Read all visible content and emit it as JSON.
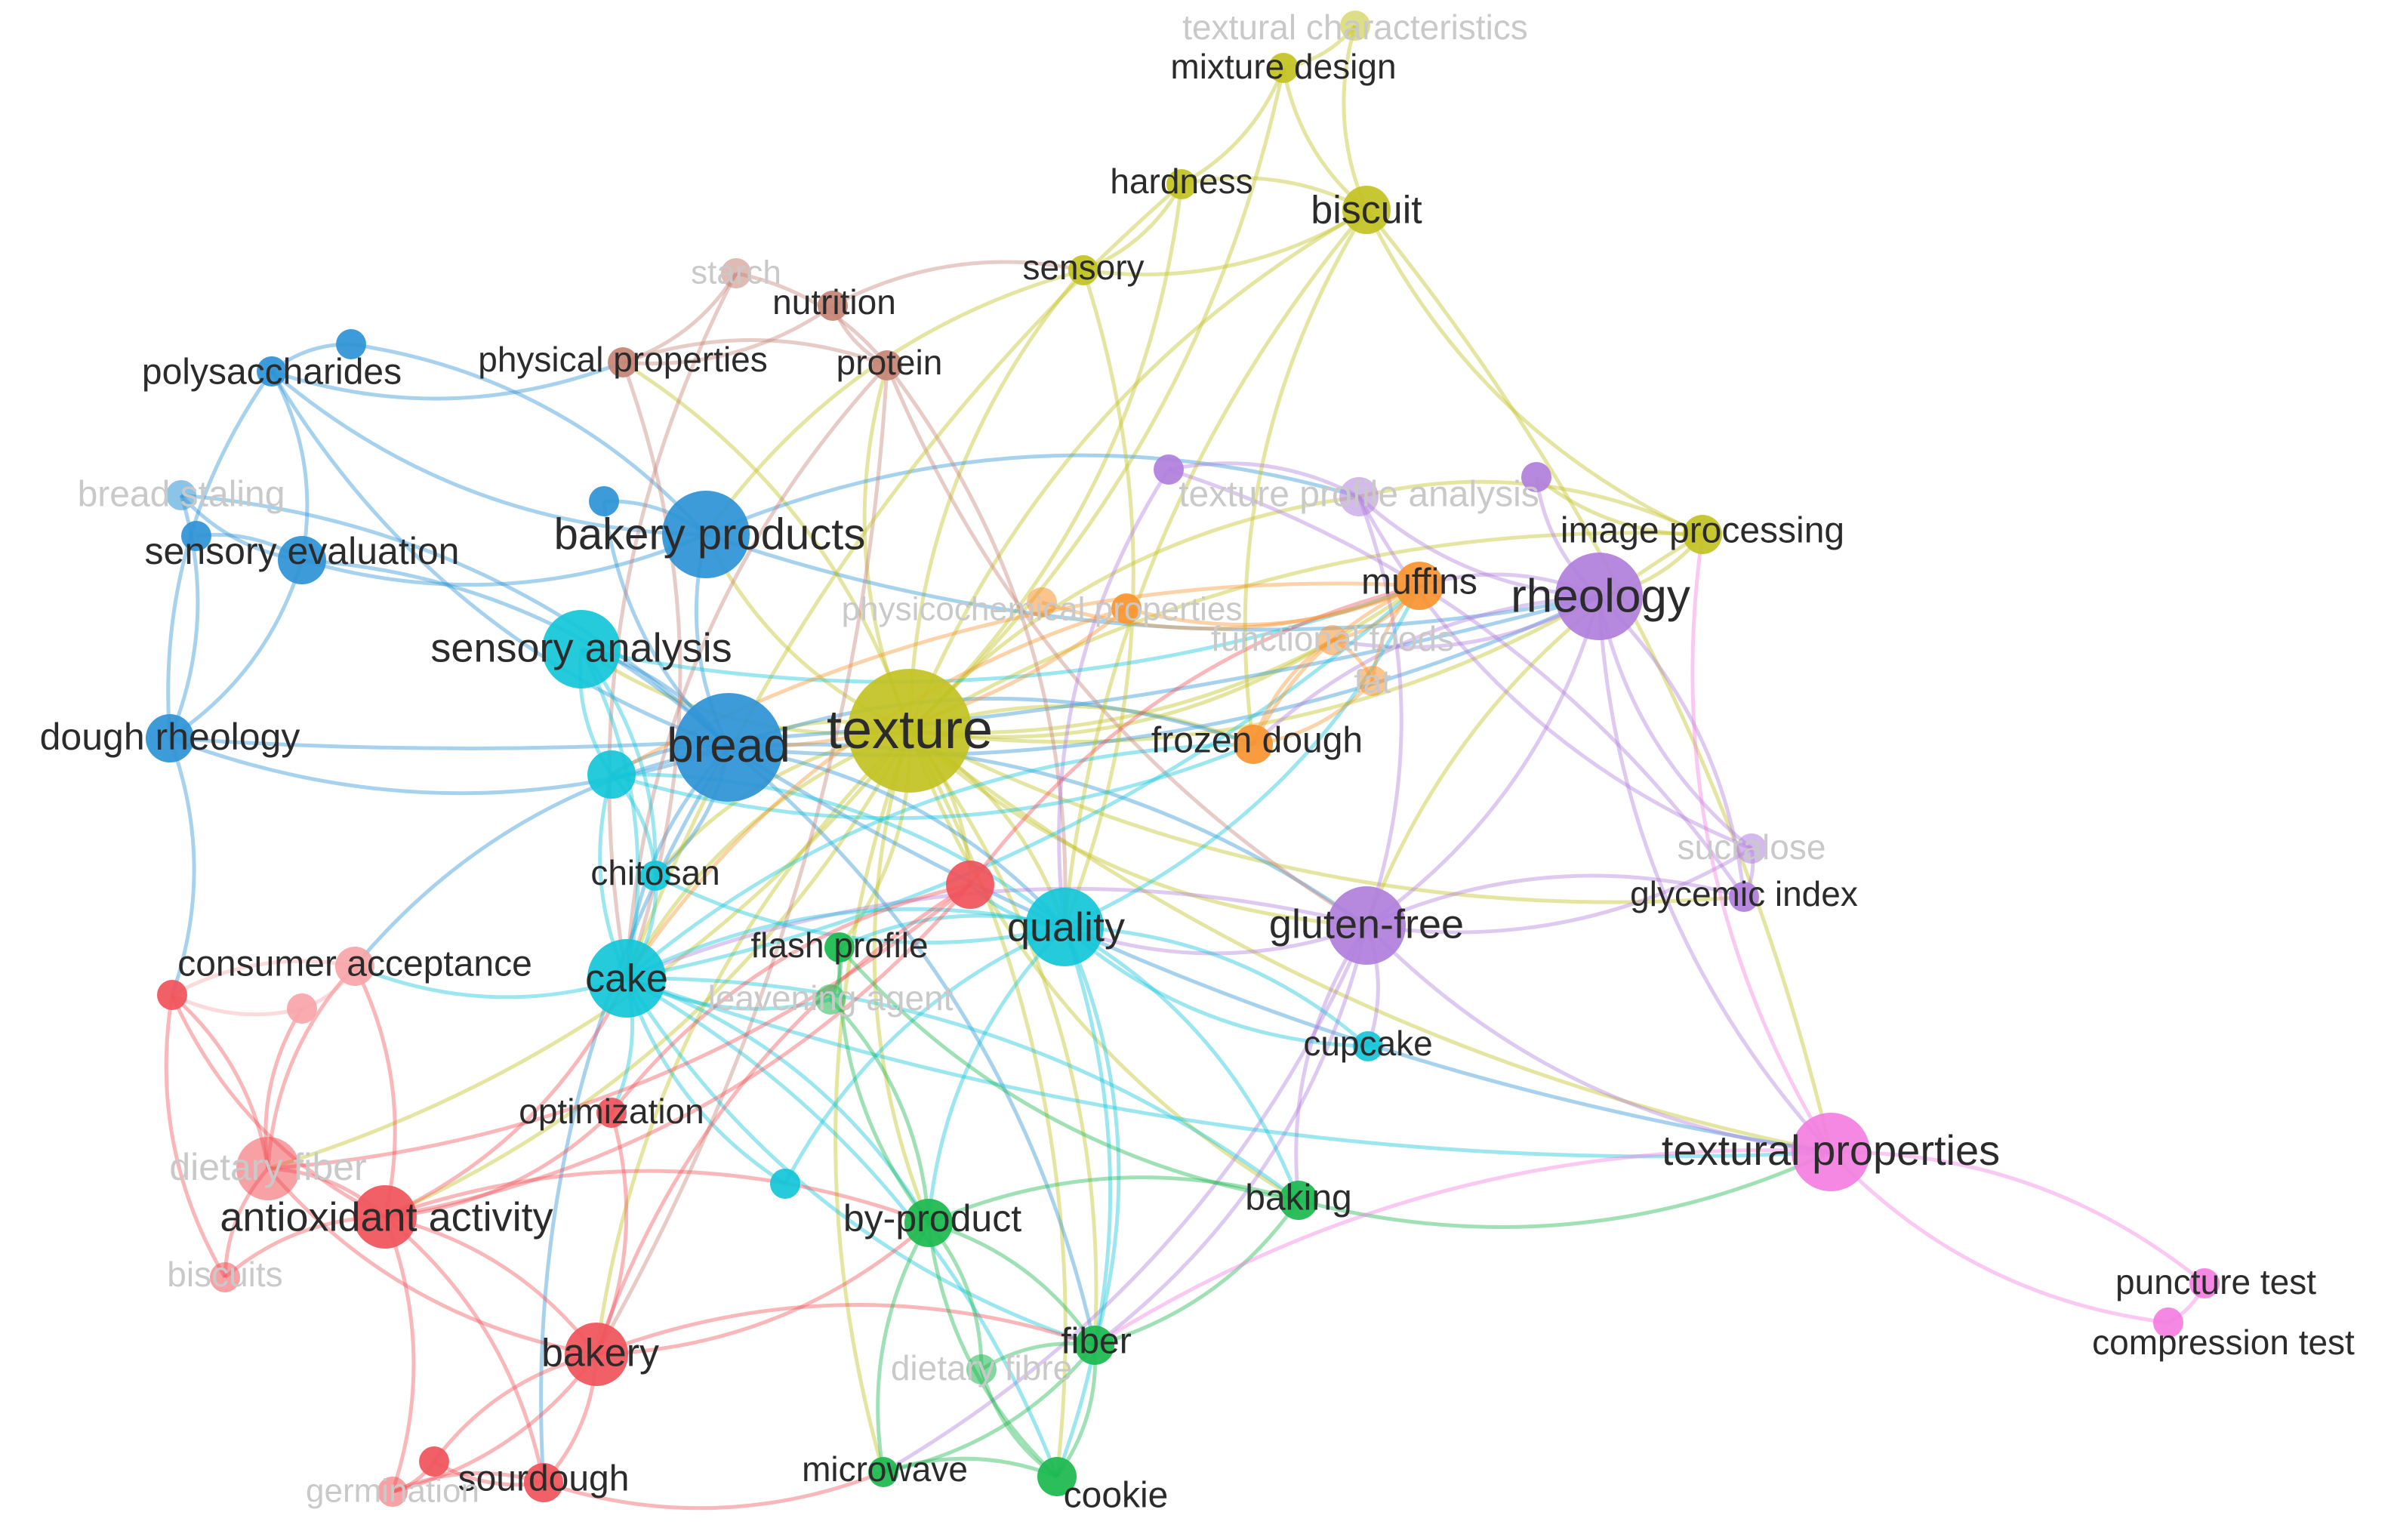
{
  "palette": {
    "red": "#f0535a",
    "pink": "#f7a5a8",
    "green": "#1bb84e",
    "blue": "#2e93d6",
    "yellow": "#c2c222",
    "purple": "#b07fdc",
    "cyan": "#12c6d8",
    "orange": "#f99430",
    "brown": "#c58476",
    "magenta": "#f37ee0",
    "label": "#2b2b2b",
    "faded_label": "#c9c9c9"
  },
  "nodes": [
    {
      "id": "texture",
      "label": "texture",
      "cluster": "yellow",
      "weight": 10
    },
    {
      "id": "bread",
      "label": "bread",
      "cluster": "blue",
      "weight": 9
    },
    {
      "id": "bakery_products",
      "label": "bakery products",
      "cluster": "blue",
      "weight": 7
    },
    {
      "id": "rheology",
      "label": "rheology",
      "cluster": "purple",
      "weight": 7
    },
    {
      "id": "quality",
      "label": "quality",
      "cluster": "cyan",
      "weight": 6
    },
    {
      "id": "cake",
      "label": "cake",
      "cluster": "cyan",
      "weight": 6
    },
    {
      "id": "sensory_analysis",
      "label": "sensory analysis",
      "cluster": "cyan",
      "weight": 6
    },
    {
      "id": "gluten_free",
      "label": "gluten-free",
      "cluster": "purple",
      "weight": 6
    },
    {
      "id": "textural_properties",
      "label": "textural properties",
      "cluster": "magenta",
      "weight": 6
    },
    {
      "id": "antioxidant_activity",
      "label": "antioxidant activity",
      "cluster": "red",
      "weight": 5
    },
    {
      "id": "bakery",
      "label": "bakery",
      "cluster": "red",
      "weight": 5
    },
    {
      "id": "dietary_fiber",
      "label": "dietary fiber",
      "cluster": "red",
      "weight": 5,
      "faded": true
    },
    {
      "id": "sensory_evaluation",
      "label": "sensory evaluation",
      "cluster": "blue",
      "weight": 4
    },
    {
      "id": "dough_rheology",
      "label": "dough rheology",
      "cluster": "blue",
      "weight": 4
    },
    {
      "id": "biscuit",
      "label": "biscuit",
      "cluster": "yellow",
      "weight": 4
    },
    {
      "id": "image_processing",
      "label": "image processing",
      "cluster": "yellow",
      "weight": 3
    },
    {
      "id": "muffins",
      "label": "muffins",
      "cluster": "orange",
      "weight": 4
    },
    {
      "id": "frozen_dough",
      "label": "frozen dough",
      "cluster": "orange",
      "weight": 3
    },
    {
      "id": "red_center",
      "label": "",
      "cluster": "red",
      "weight": 4
    },
    {
      "id": "cyan_bread",
      "label": "",
      "cluster": "cyan",
      "weight": 4
    },
    {
      "id": "by_product",
      "label": "by-product",
      "cluster": "green",
      "weight": 4
    },
    {
      "id": "fiber",
      "label": "fiber",
      "cluster": "green",
      "weight": 3
    },
    {
      "id": "cookie",
      "label": "cookie",
      "cluster": "green",
      "weight": 3
    },
    {
      "id": "baking",
      "label": "baking",
      "cluster": "green",
      "weight": 3
    },
    {
      "id": "sourdough",
      "label": "sourdough",
      "cluster": "red",
      "weight": 3
    },
    {
      "id": "polysaccharides",
      "label": "polysaccharides",
      "cluster": "blue",
      "weight": 2
    },
    {
      "id": "bread_staling",
      "label": "bread staling",
      "cluster": "blue",
      "weight": 2,
      "faded": true
    },
    {
      "id": "blue_small_a",
      "label": "",
      "cluster": "blue",
      "weight": 2
    },
    {
      "id": "blue_small_b",
      "label": "",
      "cluster": "blue",
      "weight": 2
    },
    {
      "id": "blue_small_c",
      "label": "",
      "cluster": "blue",
      "weight": 2
    },
    {
      "id": "physical_properties",
      "label": "physical properties",
      "cluster": "brown",
      "weight": 2
    },
    {
      "id": "protein",
      "label": "protein",
      "cluster": "brown",
      "weight": 2
    },
    {
      "id": "nutrition",
      "label": "nutrition",
      "cluster": "brown",
      "weight": 2
    },
    {
      "id": "starch",
      "label": "starch",
      "cluster": "brown",
      "weight": 2,
      "faded": true
    },
    {
      "id": "textural_characteristics",
      "label": "textural characteristics",
      "cluster": "yellow",
      "weight": 2,
      "faded": true
    },
    {
      "id": "mixture_design",
      "label": "mixture design",
      "cluster": "yellow",
      "weight": 2
    },
    {
      "id": "hardness",
      "label": "hardness",
      "cluster": "yellow",
      "weight": 2
    },
    {
      "id": "sensory",
      "label": "sensory",
      "cluster": "yellow",
      "weight": 2
    },
    {
      "id": "texture_profile_analysis",
      "label": "texture profile analysis",
      "cluster": "purple",
      "weight": 3,
      "faded": true
    },
    {
      "id": "purple_small_a",
      "label": "",
      "cluster": "purple",
      "weight": 2
    },
    {
      "id": "purple_small_b",
      "label": "",
      "cluster": "purple",
      "weight": 2
    },
    {
      "id": "functional_foods",
      "label": "functional foods",
      "cluster": "orange",
      "weight": 2,
      "faded": true
    },
    {
      "id": "fat",
      "label": "fat",
      "cluster": "orange",
      "weight": 2,
      "faded": true
    },
    {
      "id": "orange_small_a",
      "label": "",
      "cluster": "orange",
      "weight": 2
    },
    {
      "id": "physicochemical_properties",
      "label": "physicochemical properties",
      "cluster": "orange",
      "weight": 2,
      "faded": true
    },
    {
      "id": "sucralose",
      "label": "sucralose",
      "cluster": "purple",
      "weight": 2,
      "faded": true
    },
    {
      "id": "glycemic_index",
      "label": "glycemic index",
      "cluster": "purple",
      "weight": 2
    },
    {
      "id": "chitosan",
      "label": "chitosan",
      "cluster": "cyan",
      "weight": 2
    },
    {
      "id": "cupcake",
      "label": "cupcake",
      "cluster": "cyan",
      "weight": 2
    },
    {
      "id": "cyan_small",
      "label": "",
      "cluster": "cyan",
      "weight": 2
    },
    {
      "id": "flash_profile",
      "label": "flash profile",
      "cluster": "green",
      "weight": 2
    },
    {
      "id": "leavening_agent",
      "label": "leavening agent",
      "cluster": "green",
      "weight": 2,
      "faded": true
    },
    {
      "id": "dietary_fibre",
      "label": "dietary fibre",
      "cluster": "green",
      "weight": 2,
      "faded": true
    },
    {
      "id": "microwave",
      "label": "microwave",
      "cluster": "green",
      "weight": 2
    },
    {
      "id": "consumer_acceptance",
      "label": "consumer acceptance",
      "cluster": "pink",
      "weight": 3
    },
    {
      "id": "pink_small",
      "label": "",
      "cluster": "pink",
      "weight": 2
    },
    {
      "id": "red_small_left",
      "label": "",
      "cluster": "red",
      "weight": 2
    },
    {
      "id": "optimization",
      "label": "optimization",
      "cluster": "red",
      "weight": 2
    },
    {
      "id": "biscuits",
      "label": "biscuits",
      "cluster": "red",
      "weight": 2,
      "faded": true
    },
    {
      "id": "germination",
      "label": "germination",
      "cluster": "red",
      "weight": 2,
      "faded": true
    },
    {
      "id": "red_small_bottom",
      "label": "",
      "cluster": "red",
      "weight": 2
    },
    {
      "id": "puncture_test",
      "label": "puncture test",
      "cluster": "magenta",
      "weight": 2
    },
    {
      "id": "compression_test",
      "label": "compression test",
      "cluster": "magenta",
      "weight": 2
    }
  ],
  "links": [
    [
      "texture",
      "bread"
    ],
    [
      "texture",
      "bakery_products"
    ],
    [
      "texture",
      "rheology"
    ],
    [
      "texture",
      "quality"
    ],
    [
      "texture",
      "cake"
    ],
    [
      "texture",
      "sensory_analysis"
    ],
    [
      "texture",
      "gluten_free"
    ],
    [
      "texture",
      "biscuit"
    ],
    [
      "texture",
      "hardness"
    ],
    [
      "texture",
      "sensory"
    ],
    [
      "texture",
      "muffins"
    ],
    [
      "texture",
      "frozen_dough"
    ],
    [
      "texture",
      "by_product"
    ],
    [
      "texture",
      "fiber"
    ],
    [
      "texture",
      "baking"
    ],
    [
      "texture",
      "cookie"
    ],
    [
      "texture",
      "textural_properties"
    ],
    [
      "texture",
      "protein"
    ],
    [
      "texture",
      "physical_properties"
    ],
    [
      "texture",
      "antioxidant_activity"
    ],
    [
      "texture",
      "bakery"
    ],
    [
      "texture",
      "image_processing"
    ],
    [
      "texture",
      "functional_foods"
    ],
    [
      "texture",
      "red_center"
    ],
    [
      "texture",
      "microwave"
    ],
    [
      "texture",
      "flash_profile"
    ],
    [
      "texture",
      "chitosan"
    ],
    [
      "texture",
      "dietary_fiber"
    ],
    [
      "texture",
      "mixture_design"
    ],
    [
      "texture",
      "texture_profile_analysis"
    ],
    [
      "texture",
      "glycemic_index"
    ],
    [
      "bread",
      "bakery_products"
    ],
    [
      "bread",
      "sensory_analysis"
    ],
    [
      "bread",
      "dough_rheology"
    ],
    [
      "bread",
      "sensory_evaluation"
    ],
    [
      "bread",
      "quality"
    ],
    [
      "bread",
      "cake"
    ],
    [
      "bread",
      "gluten_free"
    ],
    [
      "bread",
      "rheology"
    ],
    [
      "bread",
      "polysaccharides"
    ],
    [
      "bread",
      "bread_staling"
    ],
    [
      "bread",
      "chitosan"
    ],
    [
      "bread",
      "cyan_bread"
    ],
    [
      "bread",
      "frozen_dough"
    ],
    [
      "bread",
      "sourdough"
    ],
    [
      "bread",
      "blue_small_c"
    ],
    [
      "bread",
      "textural_properties"
    ],
    [
      "bread",
      "fiber"
    ],
    [
      "bread",
      "consumer_acceptance"
    ],
    [
      "bakery_products",
      "sensory_evaluation"
    ],
    [
      "bakery_products",
      "rheology"
    ],
    [
      "bakery_products",
      "polysaccharides"
    ],
    [
      "bakery_products",
      "blue_small_a"
    ],
    [
      "bakery_products",
      "texture_profile_analysis"
    ],
    [
      "bakery_products",
      "blue_small_c"
    ],
    [
      "sensory_evaluation",
      "dough_rheology"
    ],
    [
      "sensory_evaluation",
      "polysaccharides"
    ],
    [
      "sensory_evaluation",
      "bread_staling"
    ],
    [
      "sensory_evaluation",
      "blue_small_b"
    ],
    [
      "dough_rheology",
      "polysaccharides"
    ],
    [
      "dough_rheology",
      "bread_staling"
    ],
    [
      "dough_rheology",
      "red_small_left"
    ],
    [
      "dough_rheology",
      "rheology"
    ],
    [
      "polysaccharides",
      "blue_small_a"
    ],
    [
      "polysaccharides",
      "physical_properties"
    ],
    [
      "physical_properties",
      "protein"
    ],
    [
      "physical_properties",
      "nutrition"
    ],
    [
      "physical_properties",
      "cake"
    ],
    [
      "physical_properties",
      "starch"
    ],
    [
      "protein",
      "nutrition"
    ],
    [
      "protein",
      "starch"
    ],
    [
      "protein",
      "quality"
    ],
    [
      "protein",
      "gluten_free"
    ],
    [
      "protein",
      "bakery"
    ],
    [
      "protein",
      "cake"
    ],
    [
      "nutrition",
      "sensory"
    ],
    [
      "starch",
      "cake"
    ],
    [
      "biscuit",
      "mixture_design"
    ],
    [
      "biscuit",
      "hardness"
    ],
    [
      "biscuit",
      "sensory"
    ],
    [
      "biscuit",
      "image_processing"
    ],
    [
      "biscuit",
      "textural_properties"
    ],
    [
      "biscuit",
      "quality"
    ],
    [
      "biscuit",
      "textural_characteristics"
    ],
    [
      "biscuit",
      "frozen_dough"
    ],
    [
      "mixture_design",
      "hardness"
    ],
    [
      "mixture_design",
      "textural_characteristics"
    ],
    [
      "hardness",
      "sensory"
    ],
    [
      "hardness",
      "cake"
    ],
    [
      "sensory",
      "quality"
    ],
    [
      "sensory",
      "bakery_products"
    ],
    [
      "image_processing",
      "rheology"
    ],
    [
      "image_processing",
      "texture_profile_analysis"
    ],
    [
      "image_processing",
      "purple_small_b"
    ],
    [
      "image_processing",
      "gluten_free"
    ],
    [
      "rheology",
      "gluten_free"
    ],
    [
      "rheology",
      "muffins"
    ],
    [
      "rheology",
      "functional_foods"
    ],
    [
      "rheology",
      "sucralose"
    ],
    [
      "rheology",
      "glycemic_index"
    ],
    [
      "rheology",
      "textural_properties"
    ],
    [
      "rheology",
      "purple_small_b"
    ],
    [
      "rheology",
      "frozen_dough"
    ],
    [
      "rheology",
      "texture_profile_analysis"
    ],
    [
      "texture_profile_analysis",
      "purple_small_a"
    ],
    [
      "texture_profile_analysis",
      "gluten_free"
    ],
    [
      "texture_profile_analysis",
      "sucralose"
    ],
    [
      "purple_small_a",
      "glycemic_index"
    ],
    [
      "purple_small_a",
      "quality"
    ],
    [
      "gluten_free",
      "quality"
    ],
    [
      "gluten_free",
      "cake"
    ],
    [
      "gluten_free",
      "cupcake"
    ],
    [
      "gluten_free",
      "textural_properties"
    ],
    [
      "gluten_free",
      "glycemic_index"
    ],
    [
      "gluten_free",
      "baking"
    ],
    [
      "gluten_free",
      "fiber"
    ],
    [
      "gluten_free",
      "sucralose"
    ],
    [
      "gluten_free",
      "microwave"
    ],
    [
      "quality",
      "cake"
    ],
    [
      "quality",
      "red_center"
    ],
    [
      "quality",
      "by_product"
    ],
    [
      "quality",
      "fiber"
    ],
    [
      "quality",
      "flash_profile"
    ],
    [
      "quality",
      "cupcake"
    ],
    [
      "quality",
      "cyan_small"
    ],
    [
      "quality",
      "baking"
    ],
    [
      "quality",
      "muffins"
    ],
    [
      "quality",
      "cookie"
    ],
    [
      "cake",
      "sensory_analysis"
    ],
    [
      "cake",
      "cyan_bread"
    ],
    [
      "cake",
      "chitosan"
    ],
    [
      "cake",
      "by_product"
    ],
    [
      "cake",
      "fiber"
    ],
    [
      "cake",
      "cookie"
    ],
    [
      "cake",
      "cyan_small"
    ],
    [
      "cake",
      "consumer_acceptance"
    ],
    [
      "cake",
      "muffins"
    ],
    [
      "cake",
      "frozen_dough"
    ],
    [
      "cake",
      "leavening_agent"
    ],
    [
      "cake",
      "baking"
    ],
    [
      "cake",
      "textural_properties"
    ],
    [
      "cake",
      "optimization"
    ],
    [
      "sensory_analysis",
      "cyan_bread"
    ],
    [
      "sensory_analysis",
      "chitosan"
    ],
    [
      "sensory_analysis",
      "muffins"
    ],
    [
      "cyan_bread",
      "chitosan"
    ],
    [
      "cyan_bread",
      "frozen_dough"
    ],
    [
      "cyan_bread",
      "quality"
    ],
    [
      "chitosan",
      "quality"
    ],
    [
      "red_center",
      "antioxidant_activity"
    ],
    [
      "red_center",
      "bakery"
    ],
    [
      "red_center",
      "dietary_fiber"
    ],
    [
      "red_center",
      "optimization"
    ],
    [
      "red_center",
      "muffins"
    ],
    [
      "antioxidant_activity",
      "dietary_fiber"
    ],
    [
      "antioxidant_activity",
      "bakery"
    ],
    [
      "antioxidant_activity",
      "biscuits"
    ],
    [
      "antioxidant_activity",
      "sourdough"
    ],
    [
      "antioxidant_activity",
      "optimization"
    ],
    [
      "antioxidant_activity",
      "germination"
    ],
    [
      "antioxidant_activity",
      "consumer_acceptance"
    ],
    [
      "antioxidant_activity",
      "red_small_left"
    ],
    [
      "antioxidant_activity",
      "cake"
    ],
    [
      "antioxidant_activity",
      "by_product"
    ],
    [
      "dietary_fiber",
      "red_small_left"
    ],
    [
      "dietary_fiber",
      "pink_small"
    ],
    [
      "dietary_fiber",
      "biscuits"
    ],
    [
      "dietary_fiber",
      "consumer_acceptance"
    ],
    [
      "dietary_fiber",
      "bakery"
    ],
    [
      "consumer_acceptance",
      "pink_small"
    ],
    [
      "consumer_acceptance",
      "red_small_left"
    ],
    [
      "pink_small",
      "red_small_left"
    ],
    [
      "red_small_left",
      "biscuits"
    ],
    [
      "bakery",
      "sourdough"
    ],
    [
      "bakery",
      "red_small_bottom"
    ],
    [
      "bakery",
      "germination"
    ],
    [
      "bakery",
      "optimization"
    ],
    [
      "bakery",
      "fiber"
    ],
    [
      "bakery",
      "by_product"
    ],
    [
      "sourdough",
      "red_small_bottom"
    ],
    [
      "sourdough",
      "germination"
    ],
    [
      "red_small_bottom",
      "germination"
    ],
    [
      "sourdough",
      "microwave"
    ],
    [
      "by_product",
      "fiber"
    ],
    [
      "by_product",
      "cookie"
    ],
    [
      "by_product",
      "dietary_fibre"
    ],
    [
      "by_product",
      "microwave"
    ],
    [
      "by_product",
      "baking"
    ],
    [
      "by_product",
      "leavening_agent"
    ],
    [
      "fiber",
      "cookie"
    ],
    [
      "fiber",
      "dietary_fibre"
    ],
    [
      "fiber",
      "microwave"
    ],
    [
      "fiber",
      "baking"
    ],
    [
      "cookie",
      "dietary_fibre"
    ],
    [
      "cookie",
      "microwave"
    ],
    [
      "baking",
      "flash_profile"
    ],
    [
      "baking",
      "textural_properties"
    ],
    [
      "flash_profile",
      "leavening_agent"
    ],
    [
      "flash_profile",
      "by_product"
    ],
    [
      "cupcake",
      "quality"
    ],
    [
      "muffins",
      "frozen_dough"
    ],
    [
      "muffins",
      "functional_foods"
    ],
    [
      "muffins",
      "fat"
    ],
    [
      "muffins",
      "orange_small_a"
    ],
    [
      "muffins",
      "cyan_bread"
    ],
    [
      "frozen_dough",
      "functional_foods"
    ],
    [
      "frozen_dough",
      "fat"
    ],
    [
      "functional_foods",
      "fat"
    ],
    [
      "orange_small_a",
      "cake"
    ],
    [
      "orange_small_a",
      "bread"
    ],
    [
      "physicochemical_properties",
      "muffins"
    ],
    [
      "textural_properties",
      "puncture_test"
    ],
    [
      "textural_properties",
      "compression_test"
    ],
    [
      "textural_properties",
      "image_processing"
    ],
    [
      "textural_properties",
      "fiber"
    ],
    [
      "puncture_test",
      "compression_test"
    ],
    [
      "glycemic_index",
      "sucralose"
    ]
  ]
}
